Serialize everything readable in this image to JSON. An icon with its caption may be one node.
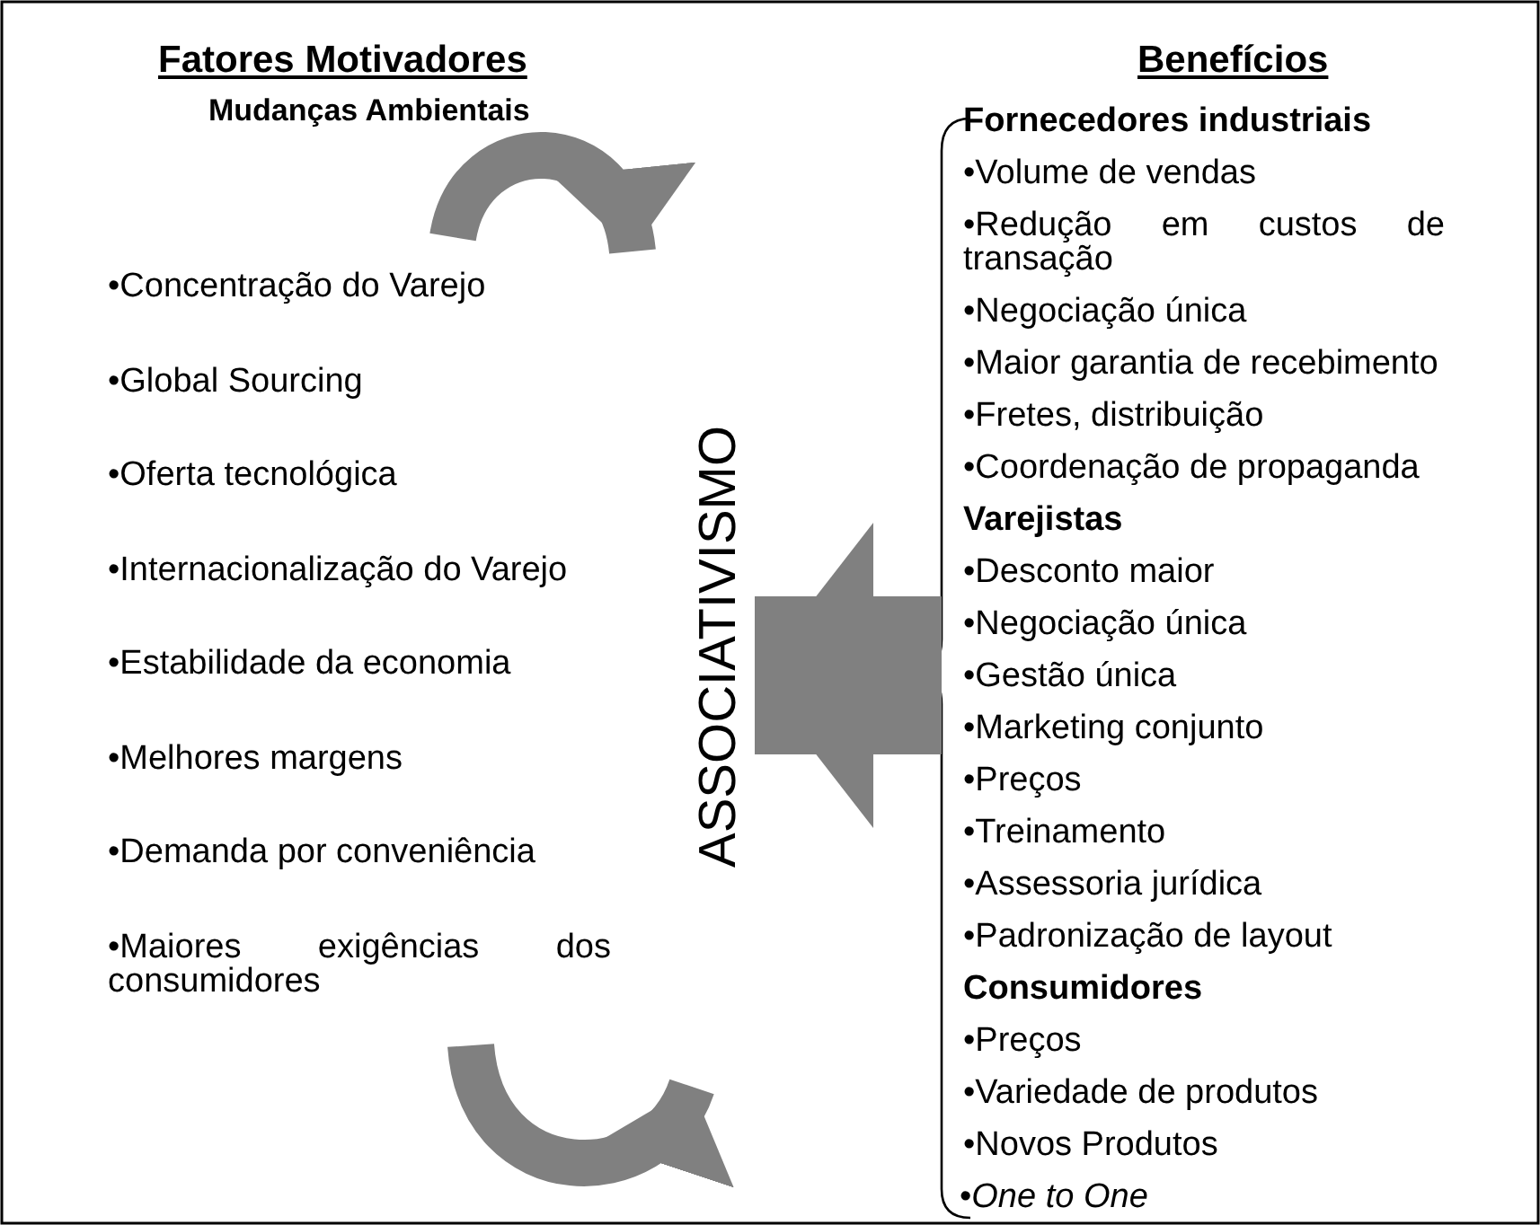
{
  "diagram": {
    "nodes": [
      {
        "text": [
          "Fatores Motivadores",
          "Mudanças Ambientais",
          "•Concentração do Varejo",
          "•Global Sourcing",
          "•Oferta tecnológica",
          "•Internacionalização do Varejo",
          "•Estabilidade da economia",
          "•Melhores margens",
          "•Demanda por conveniência",
          "•Maiores exigências dos consumidores"
        ]
      },
      {
        "text": [
          "ASSOCIATIVISMO"
        ]
      },
      {
        "text": [
          "Benefícios",
          "Fornecedores industriais",
          "•Volume de vendas",
          "•Redução em custos de transação",
          "•Negociação única",
          "•Maior garantia de recebimento",
          "•Fretes, distribuição",
          "•Coordenação de propaganda",
          "Varejistas",
          "•Desconto maior",
          "•Negociação única",
          "•Gestão única",
          "•Marketing conjunto",
          "•Preços",
          "•Treinamento",
          "•Assessoria jurídica",
          "•Padronização de layout",
          "Consumidores",
          "•Preços",
          "•Variedade de produtos",
          "•Novos Produtos",
          "•*One to One*"
        ]
      }
    ],
    "edges": [
      {
        "from": 2,
        "to": 1,
        "arrow": "to"
      }
    ]
  }
}
